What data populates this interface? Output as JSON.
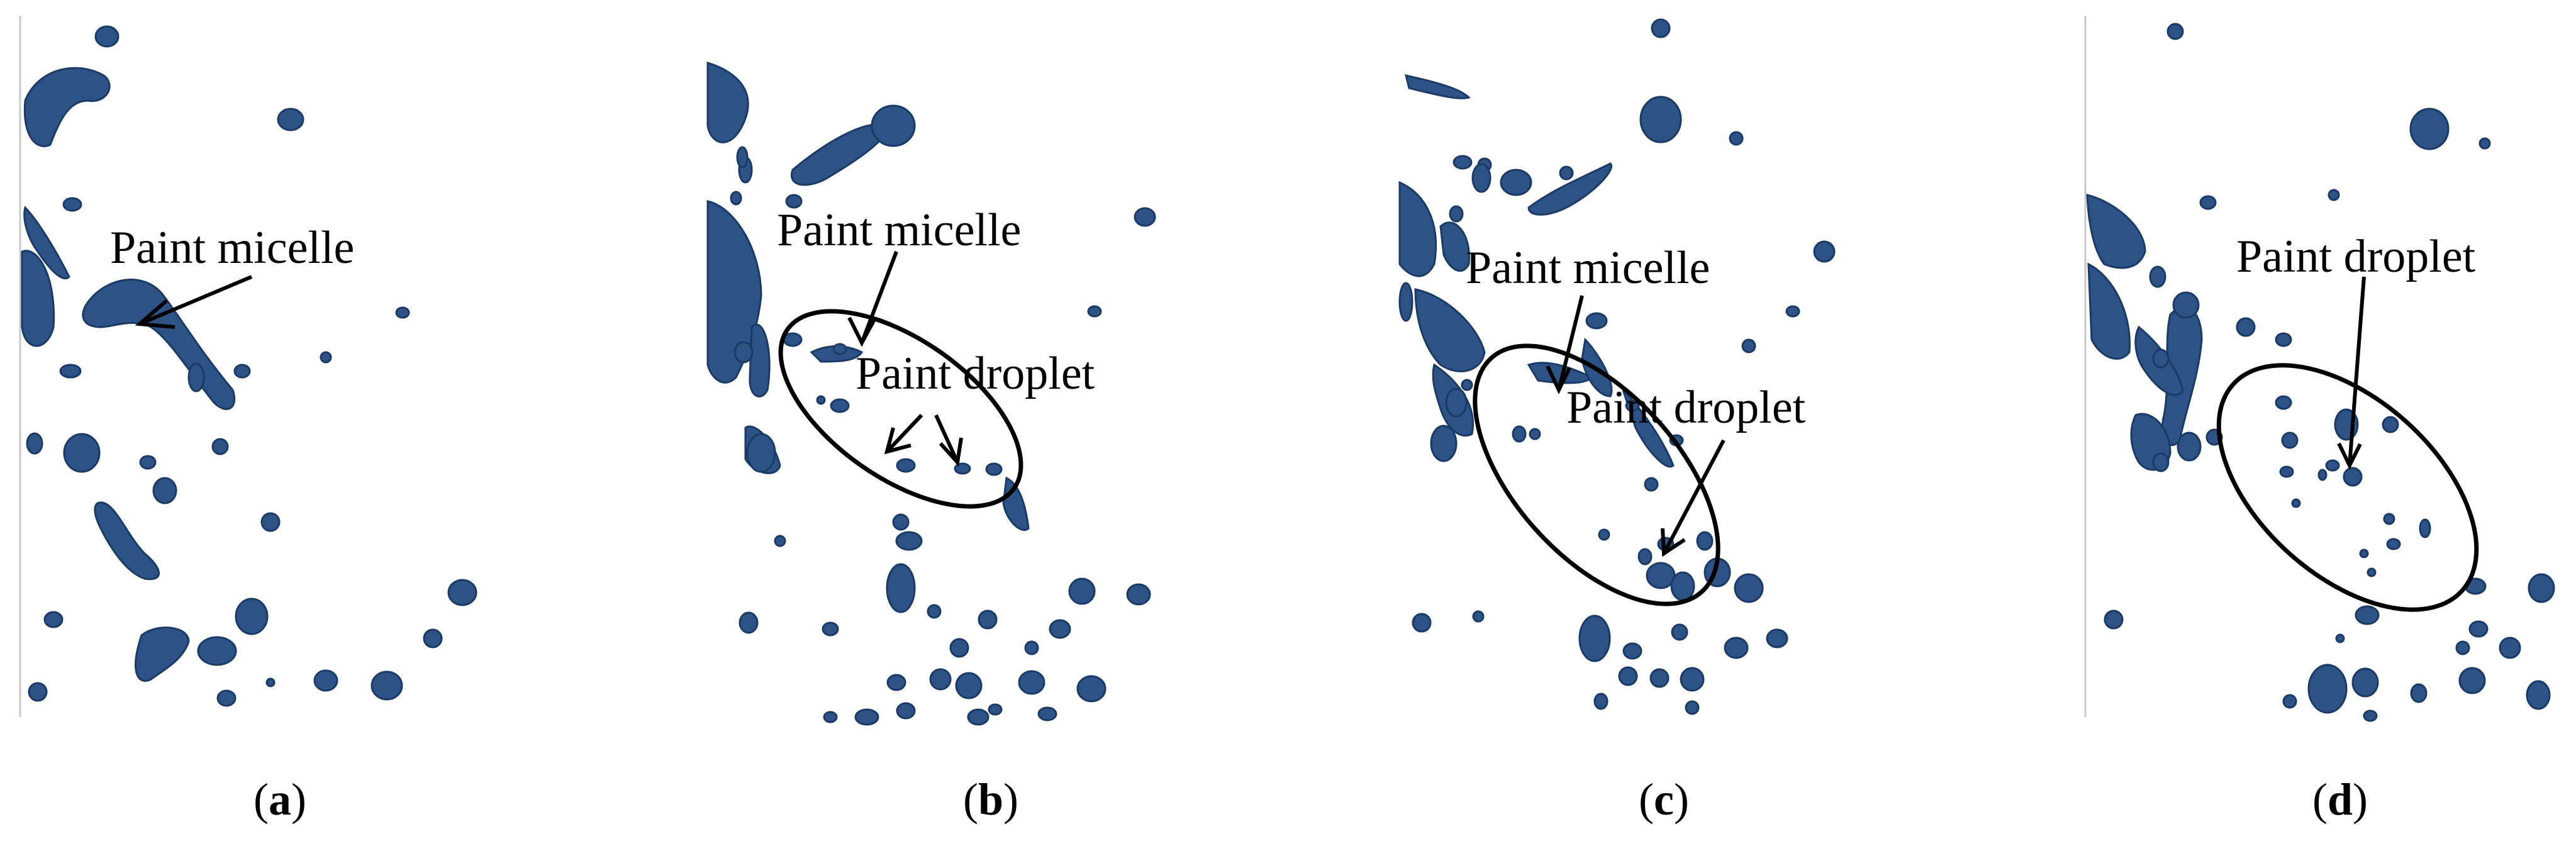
{
  "panels": [
    {
      "id": "a",
      "label_open": "(",
      "label_letter": "a",
      "label_close": ")",
      "annotations": [
        "Paint micelle"
      ]
    },
    {
      "id": "b",
      "label_open": "(",
      "label_letter": "b",
      "label_close": ")",
      "annotations": [
        "Paint micelle",
        "Paint droplet"
      ]
    },
    {
      "id": "c",
      "label_open": "(",
      "label_letter": "c",
      "label_close": ")",
      "annotations": [
        "Paint micelle",
        "Paint droplet"
      ]
    },
    {
      "id": "d",
      "label_open": "(",
      "label_letter": "d",
      "label_close": ")",
      "annotations": [
        "Paint droplet"
      ]
    }
  ],
  "colors": {
    "droplet_fill": "#2c5286",
    "droplet_edge": "#1b3a66",
    "background": "#ffffff"
  }
}
